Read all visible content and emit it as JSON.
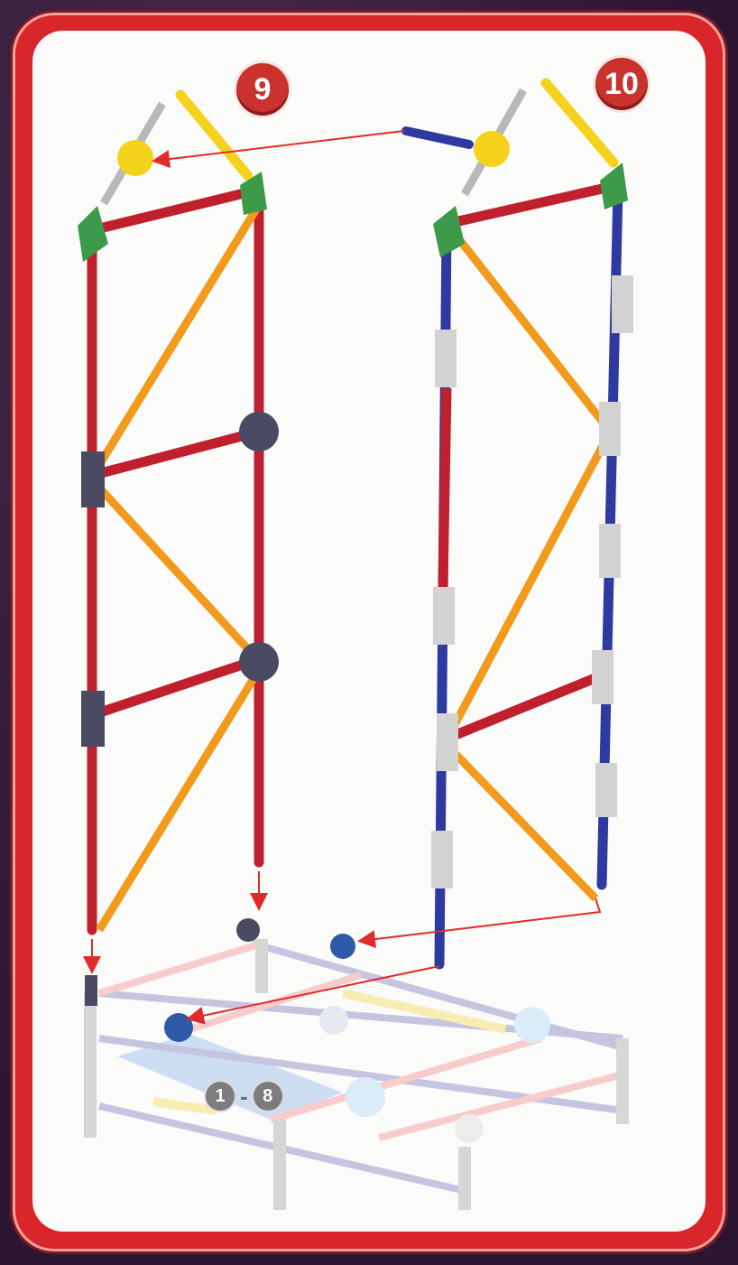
{
  "steps": {
    "step_a": "9",
    "step_b": "10"
  },
  "base_reference": {
    "from": "1",
    "separator": "-",
    "to": "8"
  },
  "colors": {
    "frame_red": "#d9262b",
    "rod_red": "#c0202e",
    "rod_orange": "#f29a1c",
    "rod_blue": "#2e3aa0",
    "rod_yellow": "#f5d21c",
    "connector_green": "#3c9a4a",
    "connector_gray": "#c9c9c9",
    "connector_dark": "#4a4a63",
    "arrow_red": "#e12a2a"
  }
}
